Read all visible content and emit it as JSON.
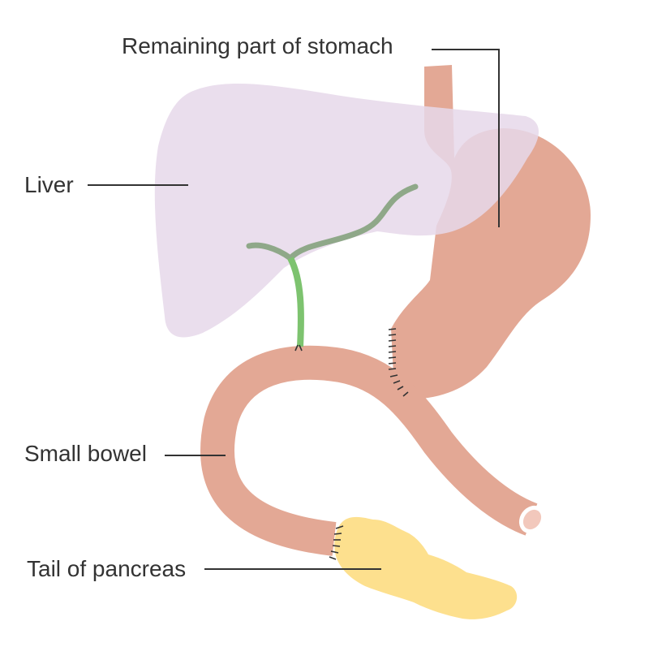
{
  "labels": {
    "stomach": "Remaining part of stomach",
    "liver": "Liver",
    "small_bowel": "Small bowel",
    "pancreas": "Tail of pancreas"
  },
  "colors": {
    "liver": "#e6d8ea",
    "stomach": "#e3a895",
    "bowel": "#e3a895",
    "bile_duct": "#8fa889",
    "bile_duct_lower": "#7dc36f",
    "pancreas": "#fde08e",
    "sutures": "#333333",
    "leader_lines": "#333333"
  }
}
